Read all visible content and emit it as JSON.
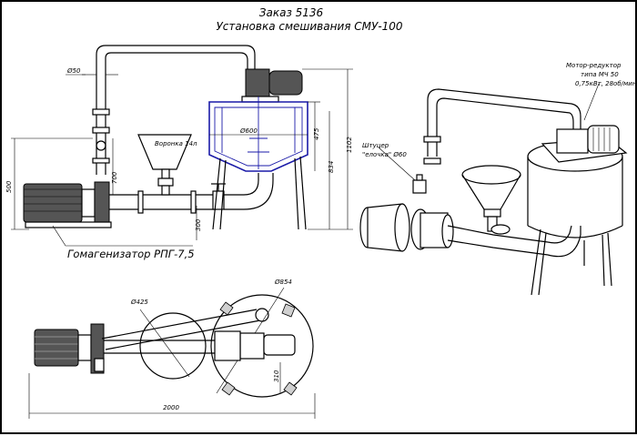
{
  "title": {
    "order": "Заказ 5136",
    "installation": "Установка смешивания СМУ-100"
  },
  "labels": {
    "homogenizer": "Гомагенизатор РПГ-7,5",
    "funnel": "Воронка 14л",
    "fitting_line1": "Штуцер",
    "fitting_line2": "\"елочка\" Ø60",
    "motor_line1": "Мотор-редуктор",
    "motor_line2": "типа МЧ 50",
    "motor_line3": "0,75кВт, 28об/мин",
    "dn_pipe": "Ø50",
    "tank_diam": "Ø600",
    "plan_diam_small": "Ø425",
    "plan_diam_large": "Ø854"
  },
  "dimensions": {
    "d_500": "500",
    "d_700": "700",
    "d_475": "475",
    "d_834": "834",
    "d_1102": "1102",
    "d_300": "300",
    "d_310": "310",
    "d_2000": "2000"
  },
  "colors": {
    "ink": "#000000",
    "tank_blue": "#1a1aa8",
    "background": "#ffffff"
  }
}
